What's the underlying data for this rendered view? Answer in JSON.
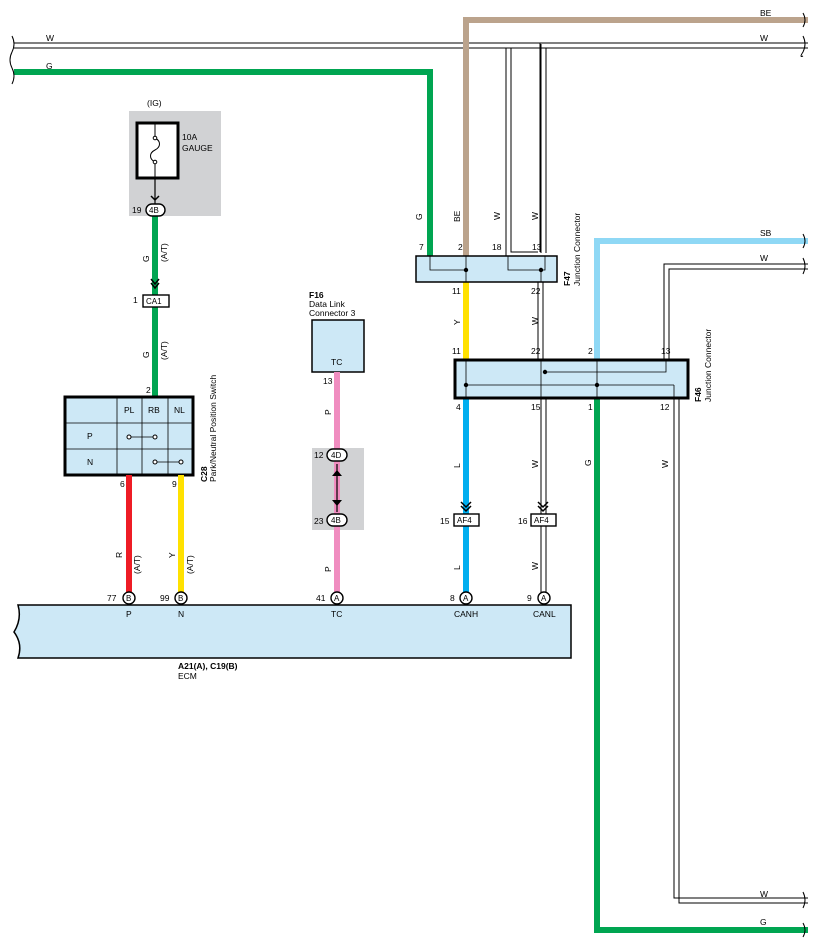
{
  "colors": {
    "green": "#00a551",
    "white_wire": "#000000",
    "beige": "#bba38c",
    "sky_blue": "#8fd8f5",
    "blue": "#00aeef",
    "yellow": "#ffe100",
    "red": "#ee1c25",
    "pink": "#f08dc0",
    "connector_fill": "#cde8f6",
    "gray_fill": "#d1d2d4"
  },
  "wire_codes": {
    "w": "W",
    "g": "G",
    "be": "BE",
    "sb": "SB",
    "y": "Y",
    "l": "L",
    "r": "R",
    "p": "P",
    "at": "(A/T)"
  },
  "fuse": {
    "source": "(IG)",
    "rating": "10A",
    "name": "GAUGE"
  },
  "pins": {
    "fuse_out": "19",
    "ca1": "1",
    "c28_2": "2",
    "c28_6": "6",
    "c28_9": "9",
    "ecm_77": "77",
    "ecm_99": "99",
    "ecm_41": "41",
    "ecm_8": "8",
    "ecm_9": "9",
    "f16_13": "13",
    "j4d": "12",
    "j4b": "23",
    "af4_15": "15",
    "af4_16": "16",
    "f47_7": "7",
    "f47_2": "2",
    "f47_18": "18",
    "f47_13": "13",
    "f47_11": "11",
    "f47_22": "22",
    "f46_11": "11",
    "f46_22": "22",
    "f46_2": "2",
    "f46_13": "13",
    "f46_4": "4",
    "f46_15": "15",
    "f46_1": "1",
    "f46_12": "12"
  },
  "badges": {
    "b4b_fuse": "4B",
    "ca1": "CA1",
    "b4d": "4D",
    "b4b_join": "4B",
    "af4": "AF4",
    "b": "B",
    "a": "A"
  },
  "c28": {
    "code": "C28",
    "name": "Park/Neutral Position Switch",
    "col_pl": "PL",
    "col_rb": "RB",
    "col_nl": "NL",
    "row_p": "P",
    "row_n": "N"
  },
  "f16": {
    "code": "F16",
    "name_line1": "Data Link",
    "name_line2": "Connector 3",
    "terminal": "TC"
  },
  "f47": {
    "code": "F47",
    "name": "Junction Connector"
  },
  "f46": {
    "code": "F46",
    "name": "Junction Connector"
  },
  "ecm": {
    "code": "A21(A), C19(B)",
    "name": "ECM",
    "term_p": "P",
    "term_n": "N",
    "term_tc": "TC",
    "term_canh": "CANH",
    "term_canl": "CANL"
  }
}
